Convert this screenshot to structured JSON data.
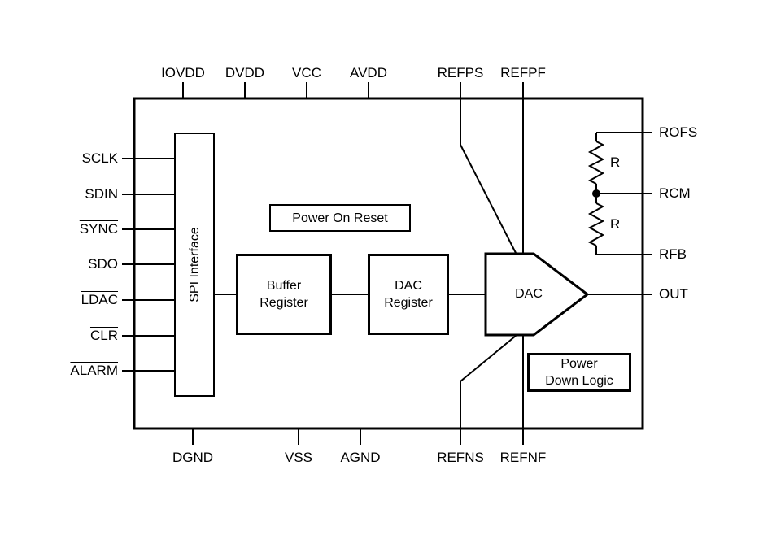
{
  "diagram": {
    "pins": {
      "top": [
        {
          "label": "IOVDD"
        },
        {
          "label": "DVDD"
        },
        {
          "label": "VCC"
        },
        {
          "label": "AVDD"
        },
        {
          "label": "REFPS"
        },
        {
          "label": "REFPF"
        }
      ],
      "bottom": [
        {
          "label": "DGND"
        },
        {
          "label": "VSS"
        },
        {
          "label": "AGND"
        },
        {
          "label": "REFNS"
        },
        {
          "label": "REFNF"
        }
      ],
      "left": [
        {
          "label": "SCLK",
          "overline": false
        },
        {
          "label": "SDIN",
          "overline": false
        },
        {
          "label": "SYNC",
          "overline": true
        },
        {
          "label": "SDO",
          "overline": false
        },
        {
          "label": "LDAC",
          "overline": true
        },
        {
          "label": "CLR",
          "overline": true
        },
        {
          "label": "ALARM",
          "overline": true
        }
      ],
      "right": [
        {
          "label": "ROFS"
        },
        {
          "label": "RCM"
        },
        {
          "label": "RFB"
        },
        {
          "label": "OUT"
        }
      ]
    },
    "blocks": {
      "spi": {
        "label": "SPI Interface"
      },
      "por": {
        "label": "Power On Reset"
      },
      "buffer": {
        "line1": "Buffer",
        "line2": "Register"
      },
      "dac_register": {
        "line1": "DAC",
        "line2": "Register"
      },
      "dac": {
        "label": "DAC"
      },
      "power_down": {
        "line1": "Power",
        "line2": "Down Logic"
      }
    },
    "resistors": [
      {
        "label": "R"
      },
      {
        "label": "R"
      }
    ],
    "colors": {
      "line": "#000000",
      "background": "#ffffff"
    }
  }
}
